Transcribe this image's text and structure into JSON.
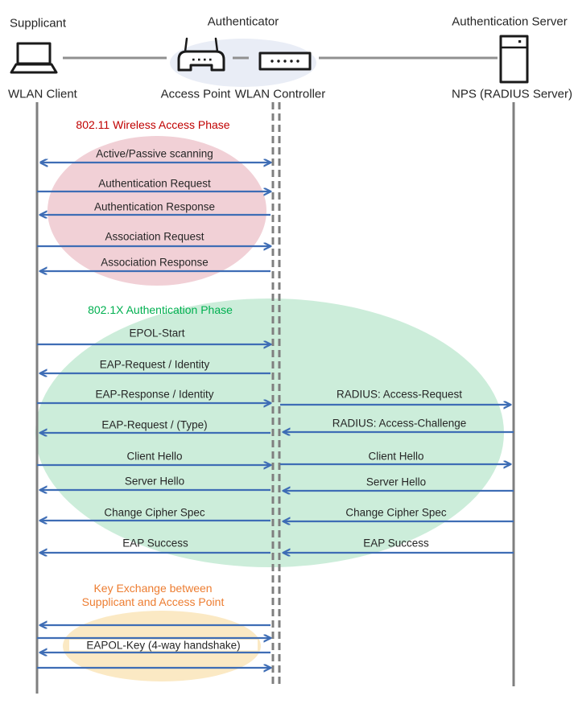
{
  "colors": {
    "arrow": "#3E6DB5",
    "lifeline": "#7F7F7F",
    "connector": "#909090",
    "icon": "#1A1A1A",
    "text": "#262626",
    "phase1": "#C00000",
    "phase1_fill": "#F1D0D6",
    "phase2": "#00B050",
    "phase2_fill": "#CCEDDA",
    "phase3": "#ED7D31",
    "phase3_fill": "#FBE9C4",
    "authenticator_fill": "#E9EDF6"
  },
  "actors": {
    "supplicant": {
      "role": "Supplicant",
      "device": "WLAN Client"
    },
    "authenticator": {
      "role": "Authenticator",
      "access_point": "Access Point",
      "wlan_controller": "WLAN Controller"
    },
    "server": {
      "role": "Authentication Server",
      "device": "NPS (RADIUS Server)"
    }
  },
  "phase1": {
    "title": "802.11 Wireless Access Phase",
    "messages": [
      {
        "label": "Active/Passive scanning",
        "direction": "both"
      },
      {
        "label": "Authentication Request",
        "direction": "right"
      },
      {
        "label": "Authentication Response",
        "direction": "left"
      },
      {
        "label": "Association Request",
        "direction": "right"
      },
      {
        "label": "Association Response",
        "direction": "left"
      }
    ]
  },
  "phase2": {
    "title": "802.1X Authentication Phase",
    "client_messages": [
      {
        "label": "EPOL-Start",
        "direction": "right"
      },
      {
        "label": "EAP-Request / Identity",
        "direction": "left"
      },
      {
        "label": "EAP-Response / Identity",
        "direction": "right"
      },
      {
        "label": "EAP-Request / (Type)",
        "direction": "left"
      },
      {
        "label": "Client Hello",
        "direction": "right"
      },
      {
        "label": "Server Hello",
        "direction": "left"
      },
      {
        "label": "Change Cipher Spec",
        "direction": "left"
      },
      {
        "label": "EAP Success",
        "direction": "left"
      }
    ],
    "radius_messages": [
      {
        "label": "RADIUS: Access-Request",
        "direction": "right"
      },
      {
        "label": "RADIUS: Access-Challenge",
        "direction": "left"
      },
      {
        "label": "Client Hello",
        "direction": "right"
      },
      {
        "label": "Server Hello",
        "direction": "left"
      },
      {
        "label": "Change Cipher Spec",
        "direction": "left"
      },
      {
        "label": "EAP Success",
        "direction": "left"
      }
    ]
  },
  "phase3": {
    "title_line1": "Key Exchange between",
    "title_line2": "Supplicant and Access Point",
    "message": "EAPOL-Key (4-way handshake)"
  }
}
